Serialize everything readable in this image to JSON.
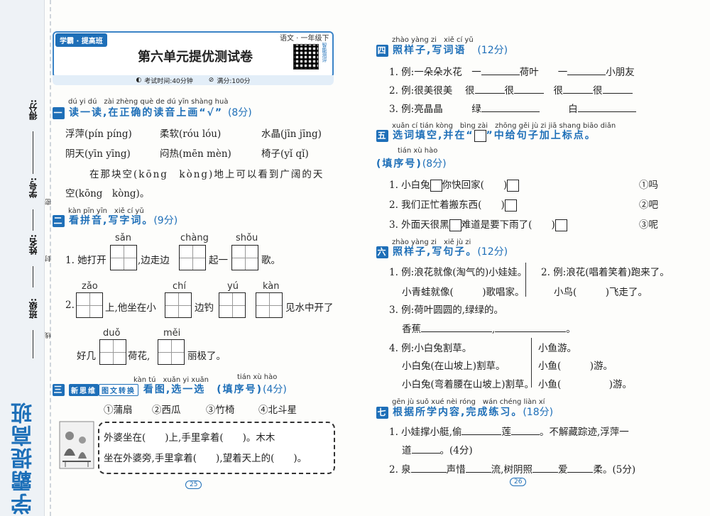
{
  "sidebar": {
    "class_label": "班级:",
    "name_label": "姓名:",
    "id_label": "学号:",
    "score_label": "得分:",
    "seal_chars": [
      "密",
      "封",
      "线"
    ],
    "brand": "学霸提高班"
  },
  "header": {
    "tag_left": "学霸 · 提高班",
    "tag_right": "语文 · 一年级下",
    "title": "第六单元提优测试卷",
    "qr_note": "智能测评",
    "time": "考试时间:40分钟",
    "full_score": "满分:100分"
  },
  "left": {
    "s1": {
      "num": "一",
      "pinyin": "dú yi dú　zài zhèng què de dú yīn shàng huà",
      "title": "读一读,在正确的读音上画“√”",
      "score": "(8分)",
      "rows": [
        [
          "浮萍(pín  píng)",
          "柔软(róu  lóu)",
          "水晶(jīn  jīng)"
        ],
        [
          "阴天(yīn  yīng)",
          "闷热(mēn  mèn)",
          "椅子(yǐ  qǐ)"
        ]
      ],
      "sentence1": "在那块空(kōng　kòng)地上可以看到广阔的天",
      "sentence2": "空(kōng　kòng)。"
    },
    "s2": {
      "num": "二",
      "pinyin": "kàn pīn yīn　xiě cí yǔ",
      "title": "看拼音,写字词。",
      "score": "(9分)",
      "r1_label": "1. 她打开",
      "r1_mid1": ",边走边",
      "r1_mid2": "起一",
      "r1_end": "歌。",
      "r1_py": [
        "sǎn",
        "chàng",
        "shǒu"
      ],
      "r2_label": "2.",
      "r2_mid1": "上,他坐在小",
      "r2_mid2": "边钓",
      "r2_end": "见水中开了",
      "r2_py": [
        "zǎo",
        "chí",
        "yú",
        "kàn"
      ],
      "r3_start": "好几",
      "r3_mid": "荷花,",
      "r3_end": "丽极了。",
      "r3_py": [
        "duǒ",
        "měi"
      ]
    },
    "s3": {
      "num": "三",
      "badge1": "新思维",
      "badge2": "图文转换",
      "pinyin1": "kàn tú　xuǎn yi xuǎn",
      "pinyin2": "tián xù hào",
      "title": "看图,选一选",
      "title2": "(填序号)",
      "score": "(4分)",
      "options": [
        "①蒲扇",
        "②西瓜",
        "③竹椅",
        "④北斗星"
      ],
      "line1": "外婆坐在(　　)上,手里拿着(　　)。木木",
      "line2": "坐在外婆旁,手里拿着(　　),望着天上的(　　)。"
    },
    "page_number": "25"
  },
  "right": {
    "s4": {
      "num": "四",
      "pinyin": "zhào yàng zi　xiě cí yǔ",
      "title": "照样子,写词语",
      "score": "(12分)",
      "r1": [
        "1. 例:一朵朵水花",
        "一",
        "荷叶",
        "一",
        "小朋友"
      ],
      "r2": [
        "2. 例:很美很美",
        "很",
        "很",
        "很",
        "很"
      ],
      "r3": [
        "3. 例:亮晶晶",
        "绿",
        "白"
      ]
    },
    "s5": {
      "num": "五",
      "pinyin": "xuǎn cí tián kòng　bìng zài　zhōng gěi jù zi jiā shang biāo diǎn",
      "title_a": "选词填空,并在“",
      "title_b": "”中给句子加上标点。",
      "pinyin2": "tián xù hào",
      "subtitle": "(填序号)",
      "score": "(8分)",
      "q1": "1. 小白兔",
      "q1b": "你快回家(　　)",
      "q2": "2. 我们正忙着搬东西(　　)",
      "q3": "3. 外面天很黑",
      "q3b": "难道是要下雨了(　　)",
      "opts": [
        "①吗",
        "②吧",
        "③呢"
      ]
    },
    "s6": {
      "num": "六",
      "pinyin": "zhào yàng zi　xiě jù zi",
      "title": "照样子,写句子。",
      "score": "(12分)",
      "q1": "1. 例:浪花就像(淘气的)小娃娃。",
      "q1b": "小青蛙就像(　　　)歌唱家。",
      "q2": "2. 例:浪花(唱着笑着)跑来了。",
      "q2b": "小鸟(　　　)飞走了。",
      "q3": "3. 例:荷叶圆圆的,绿绿的。",
      "q3b": "香蕉",
      "q4": "4. 例:小白兔割草。",
      "q4a": "小白兔(在山坡上)割草。",
      "q4b": "小白兔(弯着腰在山坡上)割草。",
      "q4c": "小鱼游。",
      "q4d": "小鱼(　　　)游。",
      "q4e": "小鱼(　　　　　)游。"
    },
    "s7": {
      "num": "七",
      "pinyin": "gēn jù suǒ xué nèi róng　wán chéng liàn xí",
      "title": "根据所学内容,完成练习。",
      "score": "(18分)",
      "q1a": "1. 小娃撑小艇,偷",
      "q1b": "莲",
      "q1c": "。不解藏踪迹,浮萍一",
      "q1d": "道",
      "q1e": "。(4分)",
      "q2a": "2. 泉",
      "q2b": "声惜",
      "q2c": "流,树阴照",
      "q2d": "爱",
      "q2e": "柔。(5分)"
    },
    "page_number": "26"
  }
}
